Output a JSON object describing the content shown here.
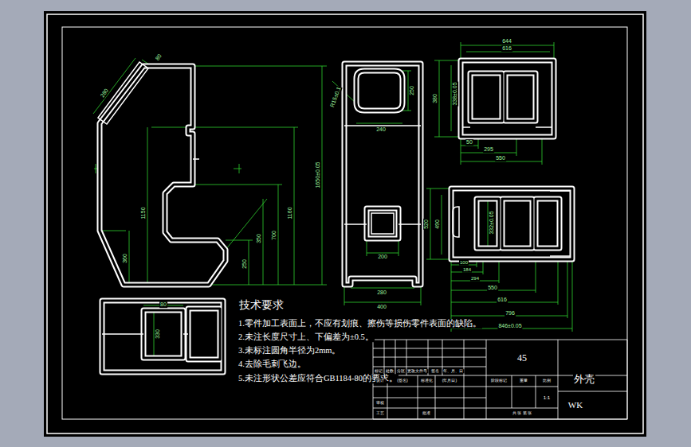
{
  "diagram": {
    "labels": [
      "80",
      "280",
      "1150",
      "360",
      "250",
      "350",
      "700",
      "1160",
      "1650±0.05",
      "R15±0.1",
      "250",
      "240",
      "200",
      "280",
      "400",
      "644",
      "616",
      "380",
      "338±0.05",
      "50",
      "295",
      "550",
      "520",
      "490",
      "332±0.05",
      "100",
      "184",
      "294",
      "550",
      "616",
      "796",
      "846±0.05",
      "80",
      "330",
      "技术要求",
      "1.零件加工表面上，不应有划痕、擦伤等损伤零件表面的缺陷。",
      "2.未注长度尺寸上、下偏差为±0.5。",
      "3.未标注圆角半径为2mm。",
      "4.去除毛刺飞边。",
      "5.未注形状公差应符合GB1184-80的要求。",
      "45",
      "外壳",
      "WK",
      "标记",
      "处数",
      "分区",
      "更改文件号",
      "签名",
      "年、月、日",
      "设计",
      "(签名)",
      "标准化",
      "(年月日)",
      "审核",
      "工艺",
      "批准",
      "阶段标记",
      "重量",
      "比例",
      "1:1",
      "共  张  第  张"
    ]
  }
}
